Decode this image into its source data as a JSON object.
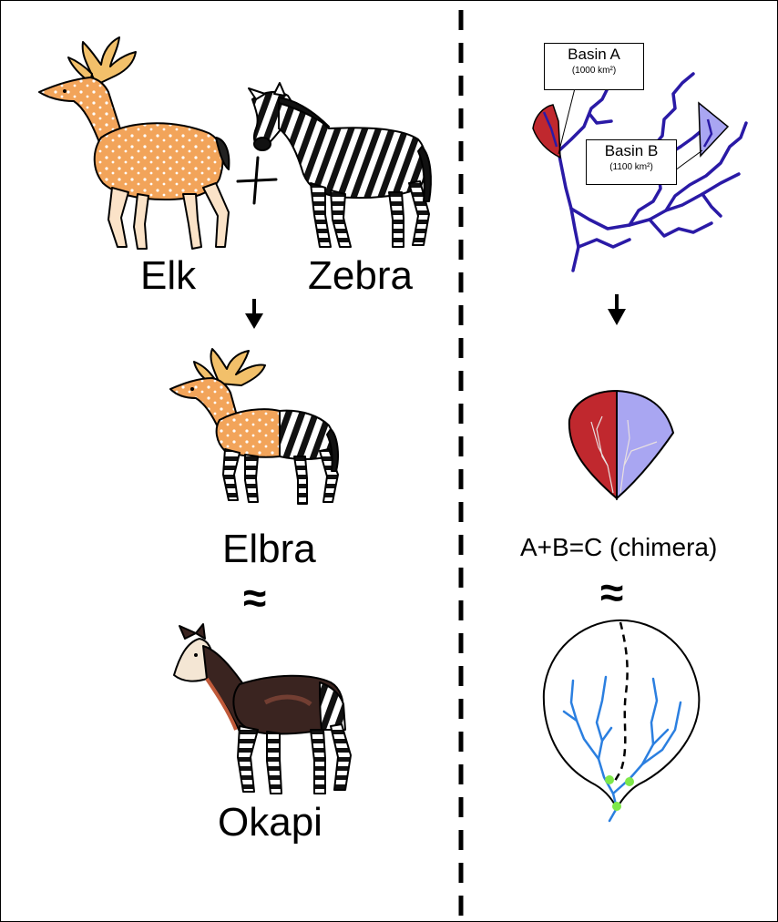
{
  "left": {
    "animal1": "Elk",
    "animal2": "Zebra",
    "plus": "+",
    "arrow": "↓",
    "hybrid": "Elbra",
    "approx": "≈",
    "real": "Okapi"
  },
  "right": {
    "basin_a": {
      "name": "Basin A",
      "area": "(1000 km²)"
    },
    "basin_b": {
      "name": "Basin B",
      "area": "(1100 km²)"
    },
    "arrow": "↓",
    "chimera": "A+B=C (chimera)",
    "approx": "≈"
  },
  "colors": {
    "elk": "#f2a45a",
    "zebra_stripe": "#111111",
    "okapi_body": "#3a2420",
    "basin_a": "#c0282e",
    "basin_b": "#a9a6f2",
    "river": "#2a1aa6",
    "stream": "#2b7fe0",
    "confluence": "#7ee84a"
  }
}
